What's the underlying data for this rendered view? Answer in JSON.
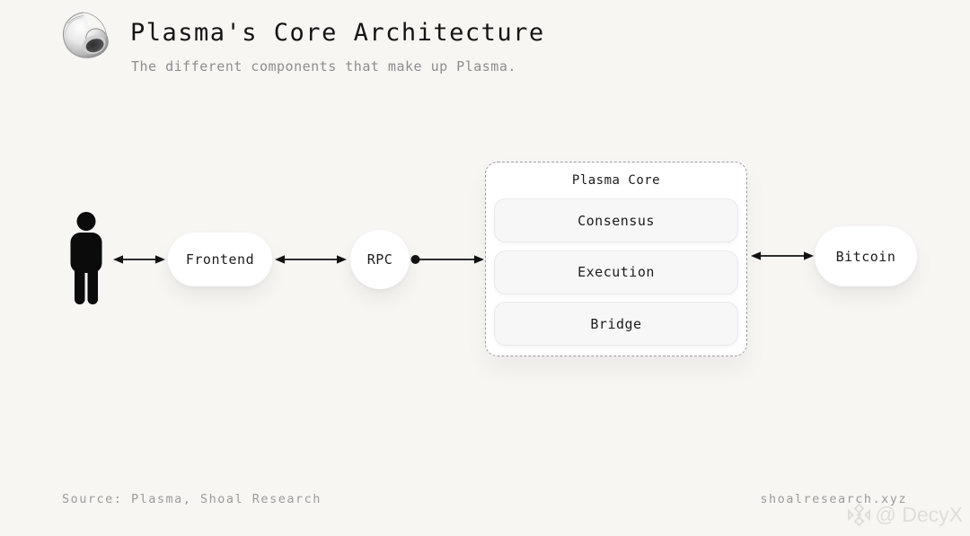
{
  "header": {
    "title": "Plasma's Core Architecture",
    "subtitle": "The different components that make up Plasma.",
    "logo_icon": "shell-icon"
  },
  "diagram": {
    "nodes": {
      "user": {
        "icon": "person-icon"
      },
      "frontend": {
        "label": "Frontend"
      },
      "rpc": {
        "label": "RPC"
      },
      "plasma_core": {
        "title": "Plasma Core",
        "components": [
          {
            "label": "Consensus"
          },
          {
            "label": "Execution"
          },
          {
            "label": "Bridge"
          }
        ]
      },
      "bitcoin": {
        "label": "Bitcoin"
      }
    },
    "connections": [
      {
        "from": "user",
        "to": "frontend",
        "type": "bidirectional-arrow"
      },
      {
        "from": "frontend",
        "to": "rpc",
        "type": "bidirectional-arrow"
      },
      {
        "from": "rpc",
        "to": "plasma_core",
        "type": "dot-to-arrow"
      },
      {
        "from": "plasma_core",
        "to": "bitcoin",
        "type": "bidirectional-arrow"
      }
    ]
  },
  "footer": {
    "source": "Source: Plasma, Shoal Research",
    "website": "shoalresearch.xyz",
    "watermark": "@ DecyX",
    "watermark_icon": "diamond-cluster-icon"
  },
  "colors": {
    "background": "#f7f6f3",
    "node_fill": "#ffffff",
    "component_fill": "#f7f7f7",
    "dashed_border": "#9c9c9c",
    "text_primary": "#141414",
    "text_muted": "#8d8d8d",
    "watermark": "#dededb",
    "arrow": "#111111"
  }
}
